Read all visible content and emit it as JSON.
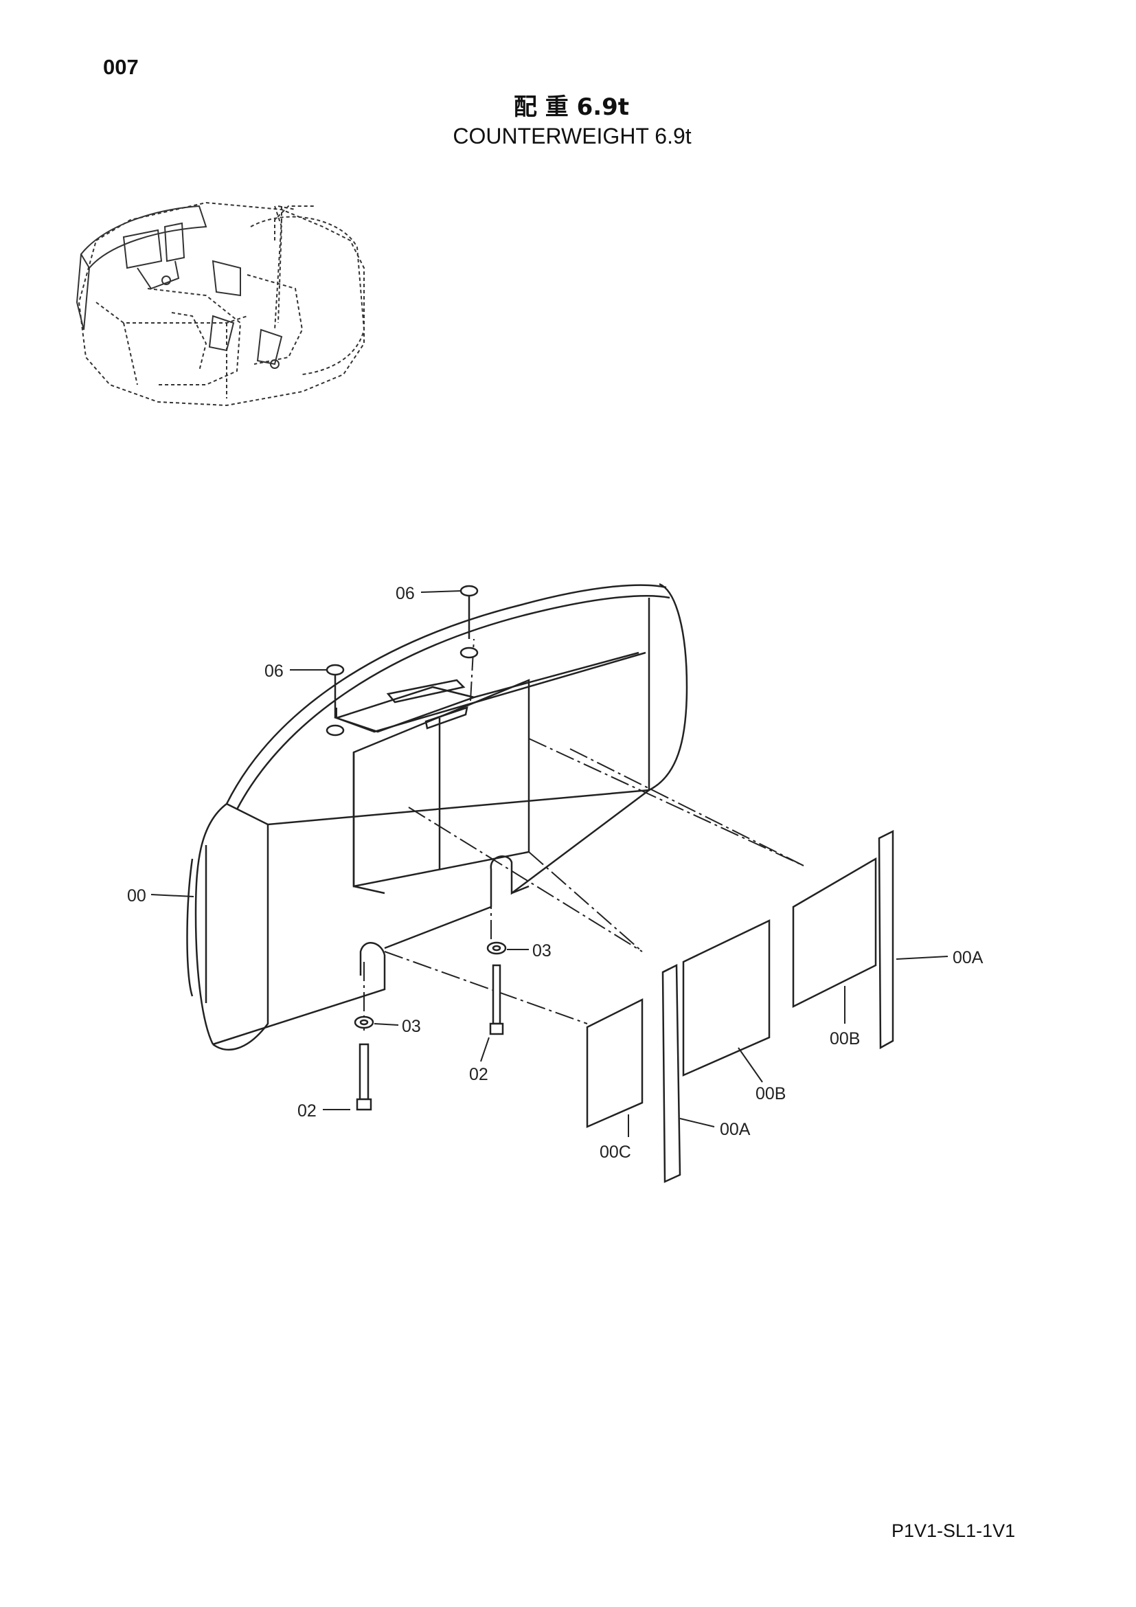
{
  "page": {
    "page_number": "007",
    "title_jp": "配 重 6.9t",
    "title_en": "COUNTERWEIGHT 6.9t",
    "doc_code": "P1V1-SL1-1V1"
  },
  "callouts": [
    {
      "id": "c06a",
      "label": "06"
    },
    {
      "id": "c06b",
      "label": "06"
    },
    {
      "id": "c00",
      "label": "00"
    },
    {
      "id": "c03a",
      "label": "03"
    },
    {
      "id": "c03b",
      "label": "03"
    },
    {
      "id": "c02a",
      "label": "02"
    },
    {
      "id": "c02b",
      "label": "02"
    },
    {
      "id": "c00A1",
      "label": "00A"
    },
    {
      "id": "c00A2",
      "label": "00A"
    },
    {
      "id": "c00B1",
      "label": "00B"
    },
    {
      "id": "c00B2",
      "label": "00B"
    },
    {
      "id": "c00C",
      "label": "00C"
    }
  ]
}
